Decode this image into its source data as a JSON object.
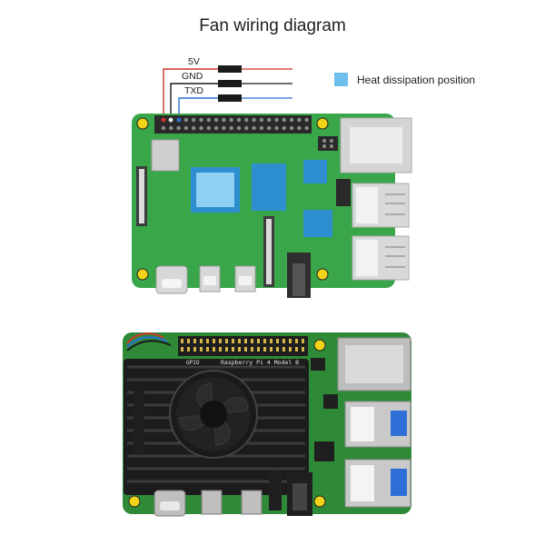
{
  "title": "Fan wiring diagram",
  "wires": [
    {
      "label": "5V",
      "color": "#d0342c"
    },
    {
      "label": "GND",
      "color": "#1a1a1a"
    },
    {
      "label": "TXD",
      "color": "#2b6fd6"
    }
  ],
  "legend": {
    "label": "Heat dissipation position",
    "color": "#6ec0ea"
  },
  "photo_board": {
    "model_label": "Raspberry Pi 4 Model B",
    "gpio_label": "GPIO"
  },
  "colors": {
    "pcb": "#3aa64a",
    "pcb_photo": "#2f8a38",
    "heatsink": "#1c1c1c",
    "mount_hole": "#f1d417",
    "port_metal": "#d8d8d8"
  }
}
